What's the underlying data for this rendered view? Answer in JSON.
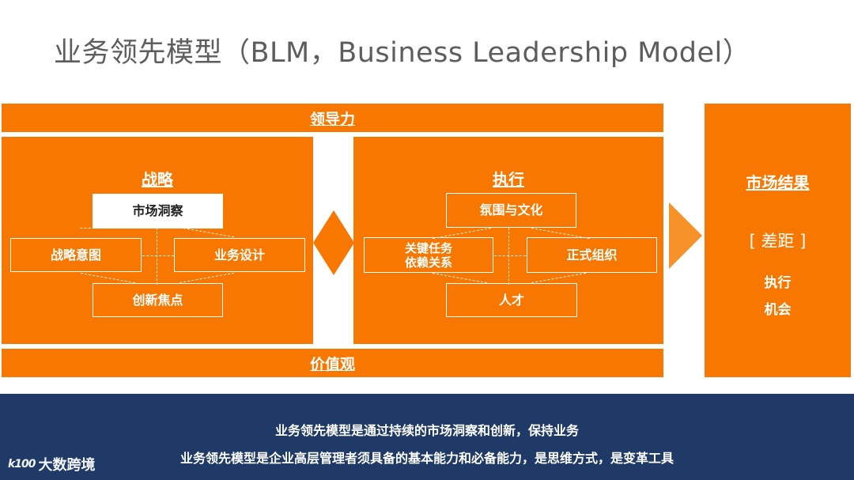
{
  "title": "业务领先模型（BLM，Business Leadership Model）",
  "top_bar": "领导力",
  "bottom_bar": "价值观",
  "strategy": {
    "title": "战略",
    "center": "市场洞察",
    "left": "战略意图",
    "right": "业务设计",
    "bottom": "创新焦点"
  },
  "execution": {
    "title": "执行",
    "top": "氛围与文化",
    "left_line1": "关键任务",
    "left_line2": "依赖关系",
    "right": "正式组织",
    "bottom": "人才"
  },
  "result": {
    "title": "市场结果",
    "gap": "[ 差距 ]",
    "item1": "执行",
    "item2": "机会"
  },
  "footer": {
    "line1": "业务领先模型是通过持续的市场洞察和创新，保持业务",
    "line2": "业务领先模型是企业高层管理者须具备的基本能力和必备能力，是思维方式，是变革工具"
  },
  "logo": {
    "mark": "k100",
    "text": "大数跨境"
  },
  "colors": {
    "orange": "#f77700",
    "navy": "#1f3a66",
    "title_gray": "#5d5d5d"
  }
}
